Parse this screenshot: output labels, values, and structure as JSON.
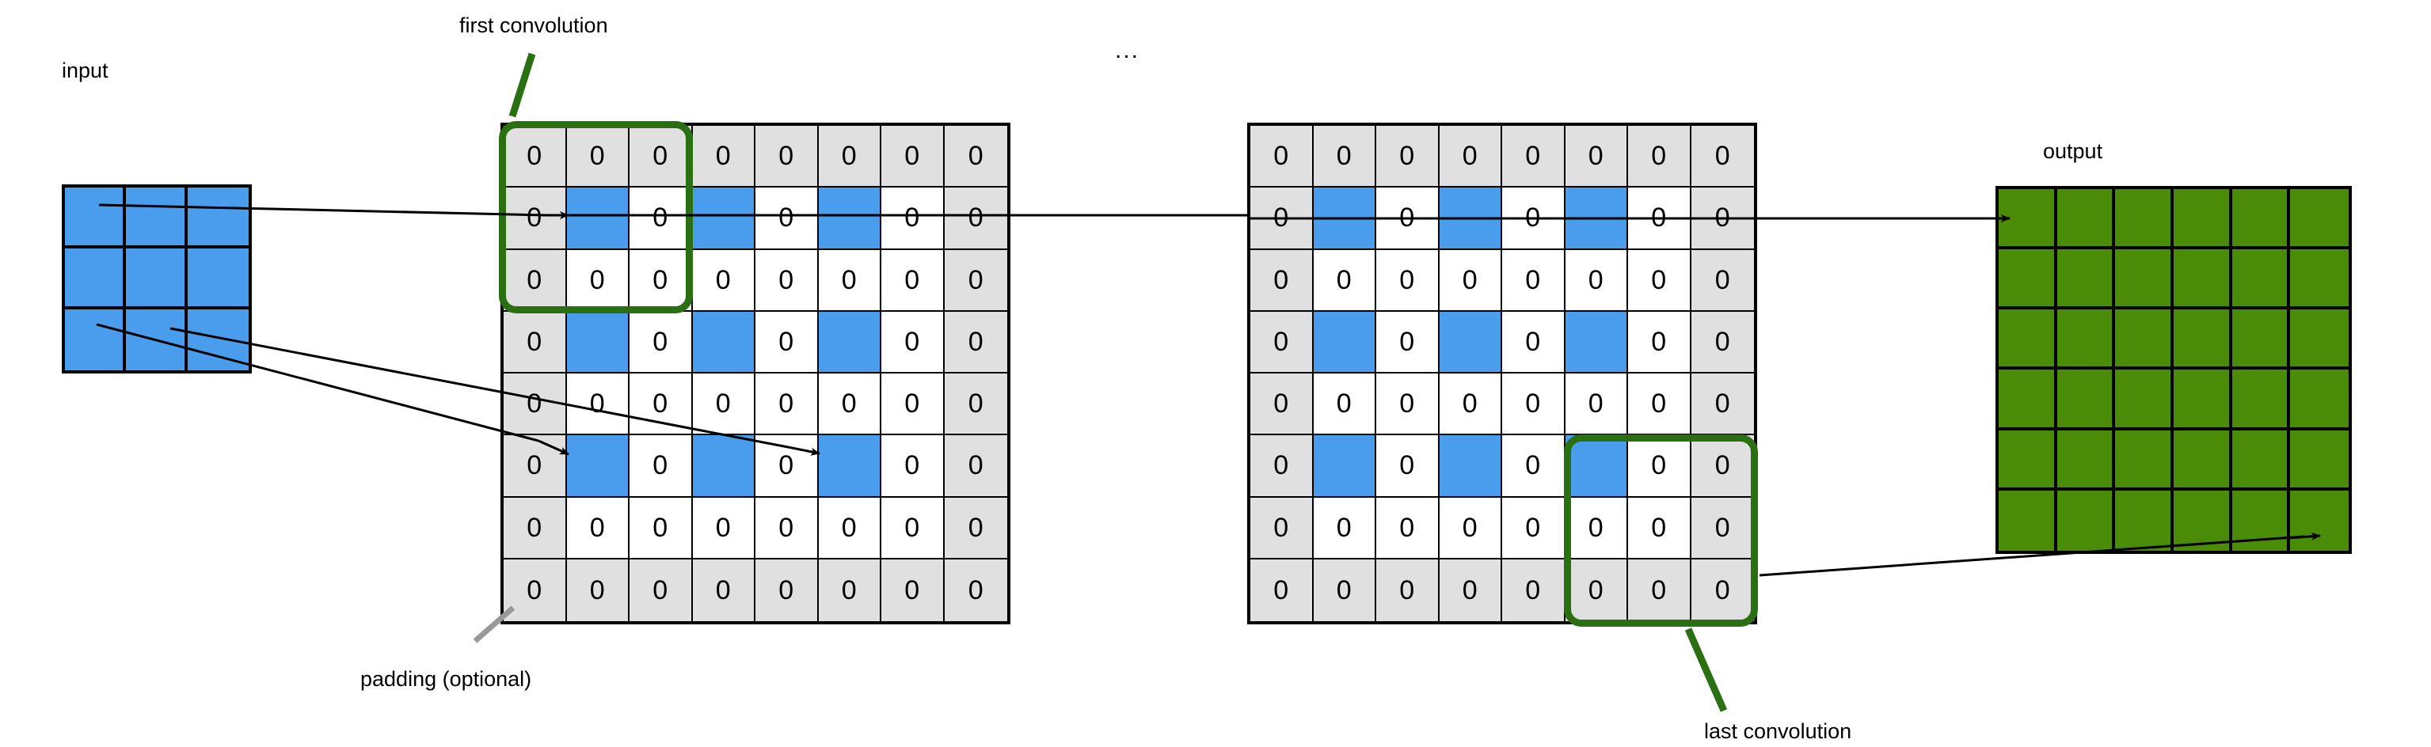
{
  "diagram": {
    "title": "convolution with padding",
    "labels": {
      "input": "input",
      "output": "output",
      "first_convolution": "first convolution",
      "last_convolution": "last convolution",
      "padding": "padding (optional)",
      "ellipsis": "..."
    },
    "colors": {
      "input_blue": "#4a9cec",
      "output_green": "#4a8c07",
      "padding_gray": "#e0e0e0",
      "cell_white": "#ffffff",
      "highlight_green": "#2a7012",
      "stroke_black": "#000000",
      "leader_gray": "#999999"
    }
  },
  "input_grid": {
    "name": "input",
    "rows": 3,
    "cols": 3,
    "fill": "blue",
    "values": [
      [
        "",
        "",
        ""
      ],
      [
        "",
        "",
        ""
      ],
      [
        "",
        "",
        ""
      ]
    ]
  },
  "feature_map_1": {
    "name": "padded-feature-map-first-step",
    "rows": 8,
    "cols": 8,
    "cells": [
      [
        "pad:0",
        "pad:0",
        "pad:0",
        "pad:0",
        "pad:0",
        "pad:0",
        "pad:0",
        "pad:0"
      ],
      [
        "pad:0",
        "blue:",
        "zero:0",
        "blue:",
        "zero:0",
        "blue:",
        "zero:0",
        "pad:0"
      ],
      [
        "pad:0",
        "zero:0",
        "zero:0",
        "zero:0",
        "zero:0",
        "zero:0",
        "zero:0",
        "pad:0"
      ],
      [
        "pad:0",
        "blue:",
        "zero:0",
        "blue:",
        "zero:0",
        "blue:",
        "zero:0",
        "pad:0"
      ],
      [
        "pad:0",
        "zero:0",
        "zero:0",
        "zero:0",
        "zero:0",
        "zero:0",
        "zero:0",
        "pad:0"
      ],
      [
        "pad:0",
        "blue:",
        "zero:0",
        "blue:",
        "zero:0",
        "blue:",
        "zero:0",
        "pad:0"
      ],
      [
        "pad:0",
        "zero:0",
        "zero:0",
        "zero:0",
        "zero:0",
        "zero:0",
        "zero:0",
        "pad:0"
      ],
      [
        "pad:0",
        "pad:0",
        "pad:0",
        "pad:0",
        "pad:0",
        "pad:0",
        "pad:0",
        "pad:0"
      ]
    ],
    "highlight": {
      "label": "first convolution",
      "row_start": 0,
      "col_start": 0,
      "rows": 3,
      "cols": 3
    }
  },
  "feature_map_2": {
    "name": "padded-feature-map-last-step",
    "rows": 8,
    "cols": 8,
    "cells": [
      [
        "pad:0",
        "pad:0",
        "pad:0",
        "pad:0",
        "pad:0",
        "pad:0",
        "pad:0",
        "pad:0"
      ],
      [
        "pad:0",
        "blue:",
        "zero:0",
        "blue:",
        "zero:0",
        "blue:",
        "zero:0",
        "pad:0"
      ],
      [
        "pad:0",
        "zero:0",
        "zero:0",
        "zero:0",
        "zero:0",
        "zero:0",
        "zero:0",
        "pad:0"
      ],
      [
        "pad:0",
        "blue:",
        "zero:0",
        "blue:",
        "zero:0",
        "blue:",
        "zero:0",
        "pad:0"
      ],
      [
        "pad:0",
        "zero:0",
        "zero:0",
        "zero:0",
        "zero:0",
        "zero:0",
        "zero:0",
        "pad:0"
      ],
      [
        "pad:0",
        "blue:",
        "zero:0",
        "blue:",
        "zero:0",
        "blue:",
        "zero:0",
        "pad:0"
      ],
      [
        "pad:0",
        "zero:0",
        "zero:0",
        "zero:0",
        "zero:0",
        "zero:0",
        "zero:0",
        "pad:0"
      ],
      [
        "pad:0",
        "pad:0",
        "pad:0",
        "pad:0",
        "pad:0",
        "pad:0",
        "pad:0",
        "pad:0"
      ]
    ],
    "highlight": {
      "label": "last convolution",
      "row_start": 5,
      "col_start": 5,
      "rows": 3,
      "cols": 3
    }
  },
  "output_grid": {
    "name": "output",
    "rows": 6,
    "cols": 6,
    "fill": "green",
    "values": [
      [
        "",
        "",
        "",
        "",
        "",
        ""
      ],
      [
        "",
        "",
        "",
        "",
        "",
        ""
      ],
      [
        "",
        "",
        "",
        "",
        "",
        ""
      ],
      [
        "",
        "",
        "",
        "",
        "",
        ""
      ],
      [
        "",
        "",
        "",
        "",
        "",
        ""
      ],
      [
        "",
        "",
        "",
        "",
        "",
        ""
      ]
    ]
  }
}
